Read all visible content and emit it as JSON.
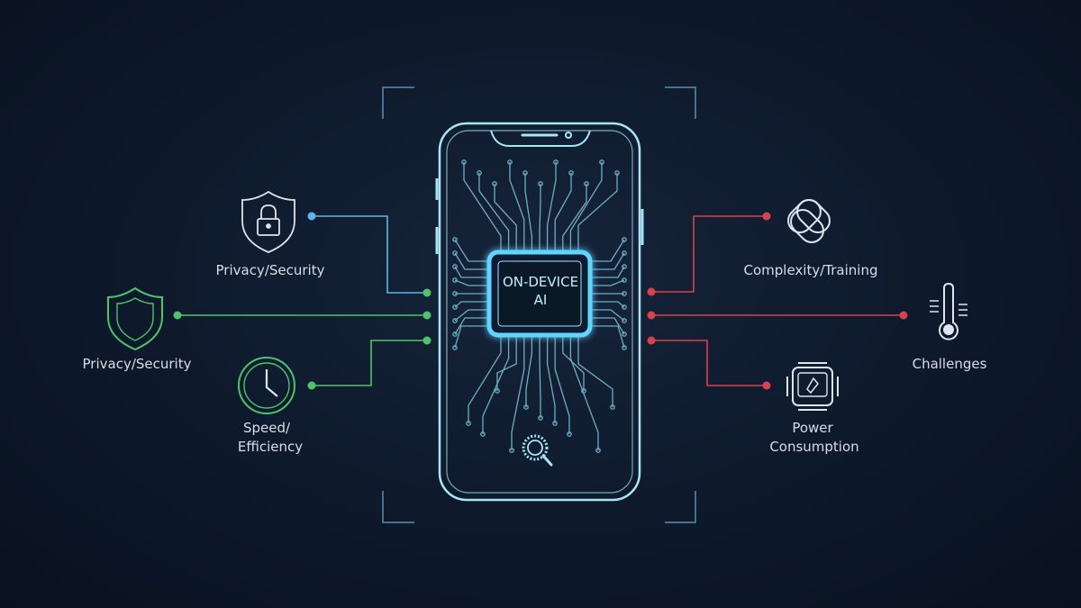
{
  "center": {
    "chip_line1": "ON-DEVICE",
    "chip_line2": "AI"
  },
  "left_items": [
    {
      "label": "Privacy/Security",
      "icon": "lock-shield-icon",
      "color": "#5ab8e6"
    },
    {
      "label": "Privacy/Security",
      "icon": "shield-icon",
      "color": "#4cc46a"
    },
    {
      "label_line1": "Speed/",
      "label_line2": "Efficiency",
      "icon": "clock-icon",
      "color": "#4cc46a"
    }
  ],
  "right_items": [
    {
      "label": "Complexity/Training",
      "icon": "knot-icon",
      "color": "#d9424a"
    },
    {
      "label": "Challenges",
      "icon": "thermometer-icon",
      "color": "#d9424a"
    },
    {
      "label_line1": "Power",
      "label_line2": "Consumption",
      "icon": "power-chip-icon",
      "color": "#d9424a"
    }
  ],
  "colors": {
    "phone": "#a9e6f5",
    "chip_glow": "#5fd6ff",
    "background": "#0e1a2c"
  }
}
